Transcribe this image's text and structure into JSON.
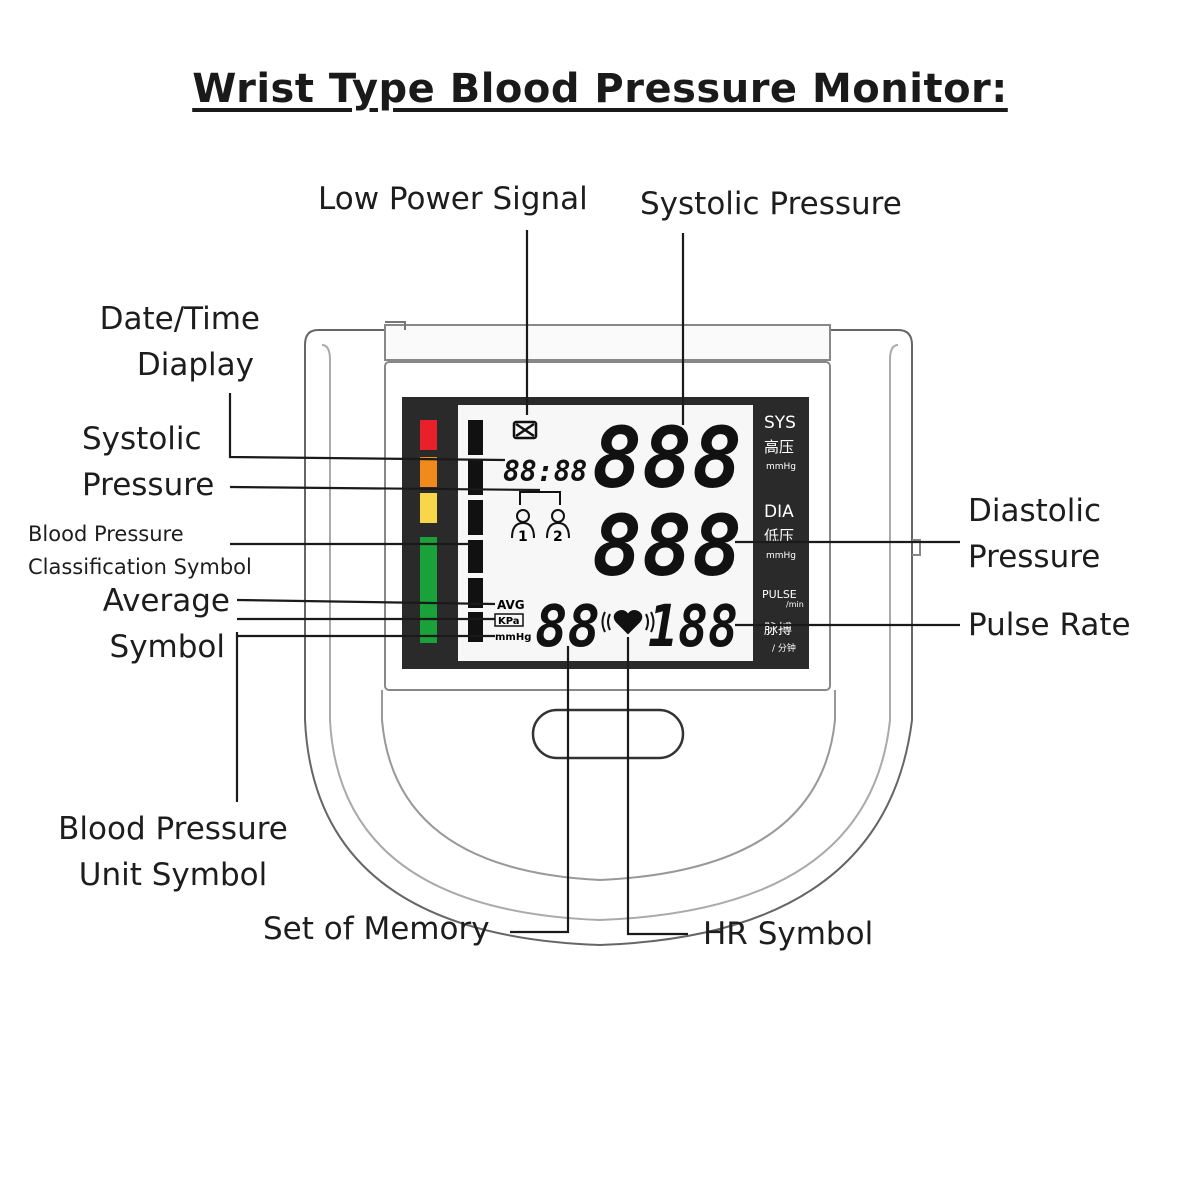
{
  "title": "Wrist Type Blood Pressure Monitor:",
  "labels": {
    "low_power": "Low Power Signal",
    "systolic_top": "Systolic Pressure",
    "date_time": [
      "Date/Time",
      "Diaplay"
    ],
    "systolic_left": [
      "Systolic",
      "Pressure"
    ],
    "classification": [
      "Blood Pressure",
      "Classification Symbol"
    ],
    "average": [
      "Average",
      "Symbol"
    ],
    "diastolic": [
      "Diastolic",
      "Pressure"
    ],
    "pulse_rate": "Pulse Rate",
    "unit_symbol": [
      "Blood Pressure",
      "Unit Symbol"
    ],
    "memory": "Set of Memory",
    "hr_symbol": "HR Symbol"
  },
  "display": {
    "time": "88:88",
    "sys_digits": "888",
    "dia_digits": "888",
    "mem_digits": "88",
    "pulse_digits": "188",
    "avg": "AVG",
    "kpa": "KPa",
    "mmhg": "mmHg",
    "user1": "1",
    "user2": "2",
    "side": {
      "sys": "SYS",
      "sys_cn": "高压",
      "sys_unit": "mmHg",
      "dia": "DIA",
      "dia_cn": "低压",
      "dia_unit": "mmHg",
      "pulse": "PULSE",
      "pulse_min": "/min",
      "pulse_cn": "脉搏",
      "pulse_cn_min": "/ 分钟"
    }
  },
  "colors": {
    "bar_red": "#e8202a",
    "bar_orange": "#f08a1c",
    "bar_yellow": "#f7d64a",
    "bar_green": "#1aa13a",
    "frame": "#2a2a2a",
    "lcd": "#f7f7f7"
  }
}
